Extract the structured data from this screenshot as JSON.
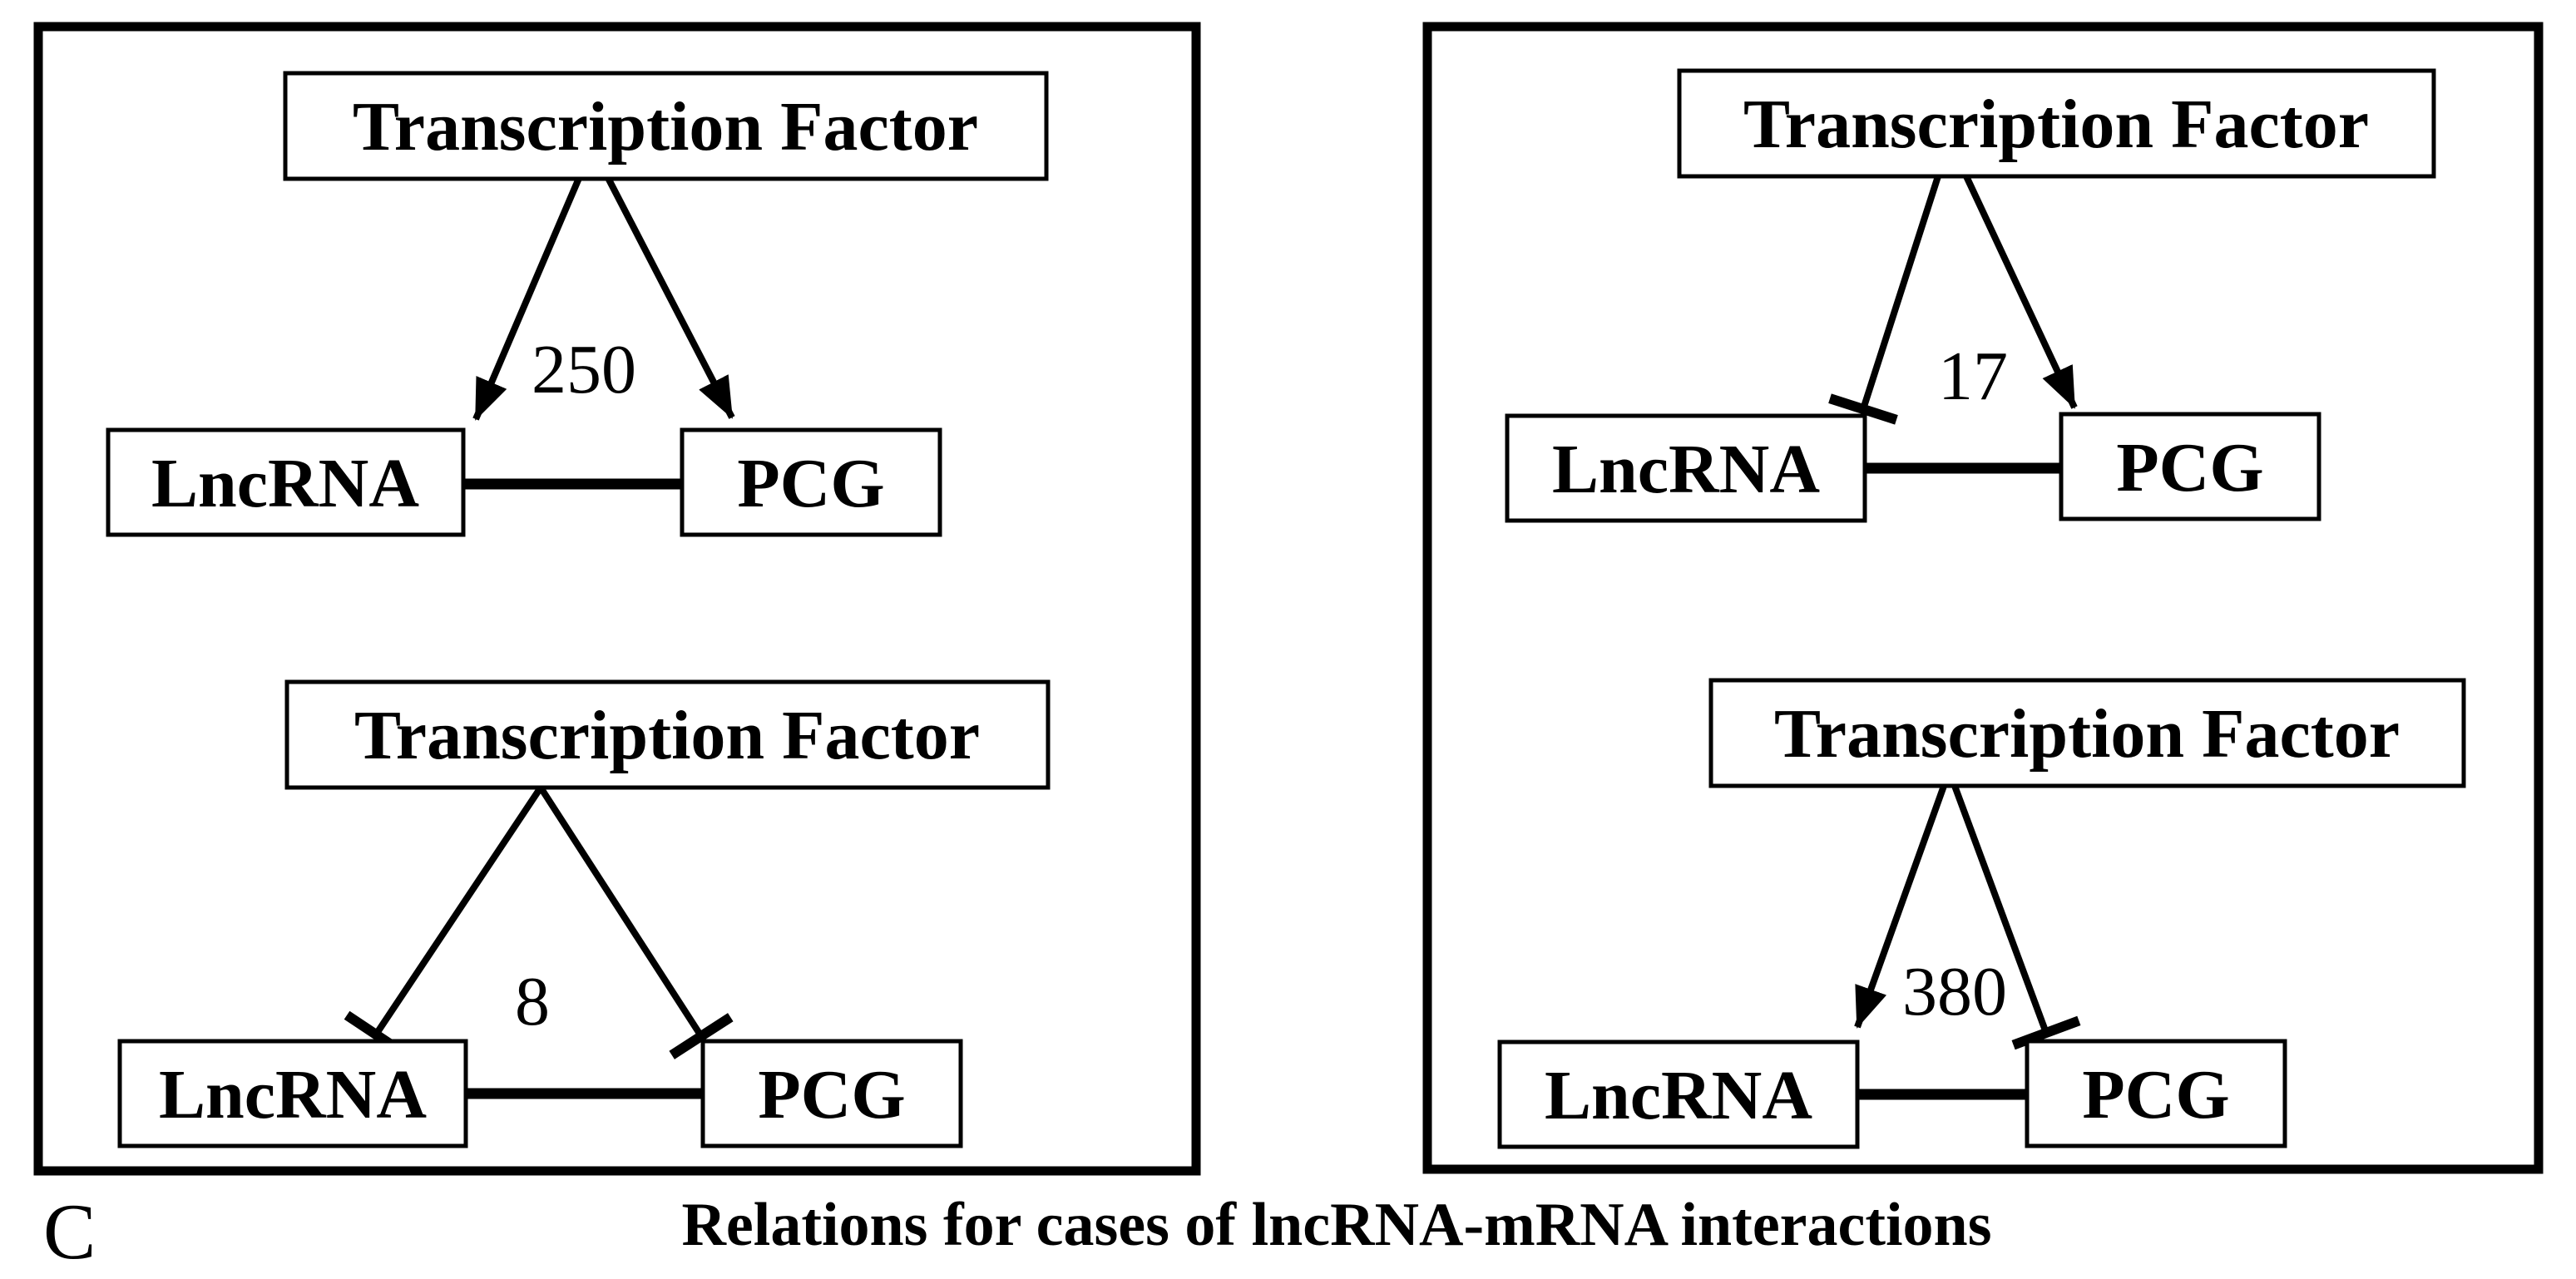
{
  "figure": {
    "panel_label": "C",
    "caption": "Relations for cases of lncRNA-mRNA interactions",
    "colors": {
      "ink": "#000000",
      "background": "#ffffff"
    }
  },
  "node_labels": {
    "transcription_factor": "Transcription Factor",
    "lncrna": "LncRNA",
    "pcg": "PCG"
  },
  "diagrams": {
    "left_top": {
      "count": "250",
      "tf_to_lncrna": "activation-arrow",
      "tf_to_pcg": "activation-arrow"
    },
    "left_bottom": {
      "count": "8",
      "tf_to_lncrna": "inhibition-bar",
      "tf_to_pcg": "inhibition-bar"
    },
    "right_top": {
      "count": "17",
      "tf_to_lncrna": "inhibition-bar",
      "tf_to_pcg": "activation-arrow"
    },
    "right_bottom": {
      "count": "380",
      "tf_to_lncrna": "activation-arrow",
      "tf_to_pcg": "inhibition-bar"
    }
  }
}
